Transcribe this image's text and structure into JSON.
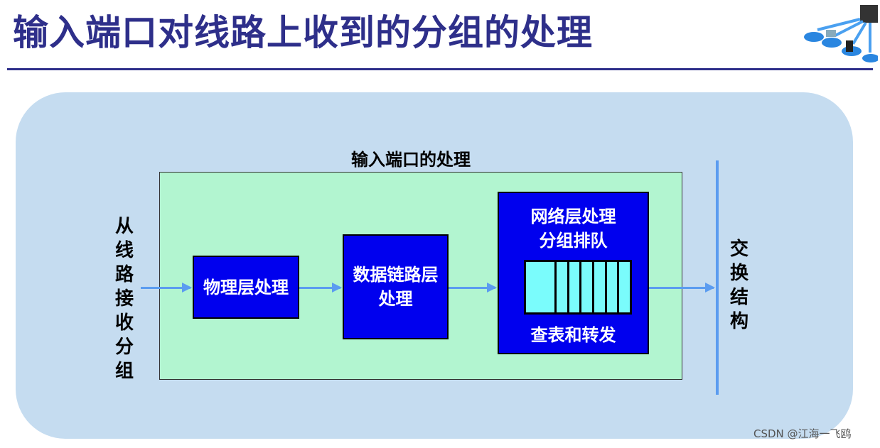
{
  "title": "输入端口对线路上收到的分组的处理",
  "port_label": "输入端口的处理",
  "left_label": "从线路接收分组",
  "right_label": "交换结构",
  "boxes": {
    "physical": "物理层处理",
    "datalink_1": "数据链路层",
    "datalink_2": "处理",
    "network_1": "网络层处理",
    "network_2": "分组排队",
    "lookup": "查表和转发"
  },
  "watermark": "CSDN @江海一飞鸥",
  "colors": {
    "title": "#2e2f8a",
    "panel": "#c5dcf0",
    "port": "#b2f5d0",
    "box": "#0000ee",
    "queue": "#7afcfc",
    "arrow": "#5b9cf0"
  }
}
